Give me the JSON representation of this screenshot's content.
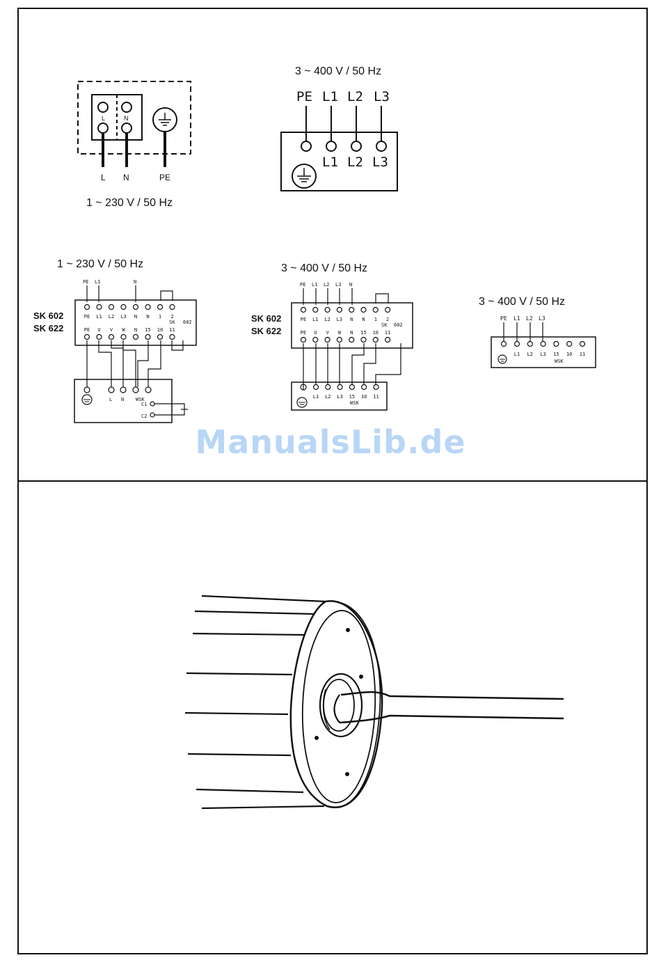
{
  "watermark": "ManualsLib.de",
  "d1": {
    "caption": "1 ~ 230 V / 50 Hz",
    "terms": [
      "L",
      "N",
      "PE"
    ],
    "inner_l": "L",
    "inner_n": "N"
  },
  "d2": {
    "caption": "3 ~ 400 V / 50 Hz",
    "top": [
      "PE",
      "L1",
      "L2",
      "L3"
    ],
    "inner": [
      "L1",
      "L2",
      "L3"
    ]
  },
  "d3": {
    "caption": "1 ~ 230 V / 50 Hz",
    "model_a": "SK 602",
    "model_b": "SK 622",
    "top": [
      "PE",
      "L1",
      "N"
    ],
    "row1": [
      "PE",
      "L1",
      "L2",
      "L3",
      "N",
      "N",
      "1",
      "2"
    ],
    "sk": "SK",
    "sk602": "602",
    "row2": [
      "PE",
      "U",
      "V",
      "W",
      "N",
      "15",
      "10",
      "11"
    ],
    "bottom": [
      "L",
      "N",
      "WSK"
    ],
    "c1": "C1",
    "c2": "C2"
  },
  "d4": {
    "caption": "3 ~ 400 V / 50 Hz",
    "model_a": "SK 602",
    "model_b": "SK 622",
    "top": [
      "PE",
      "L1",
      "L2",
      "L3",
      "N"
    ],
    "row1": [
      "PE",
      "L1",
      "L2",
      "L3",
      "N",
      "N",
      "1",
      "2"
    ],
    "sk": "SK",
    "sk602": "602",
    "row2": [
      "PE",
      "U",
      "V",
      "W",
      "N",
      "15",
      "10",
      "11"
    ],
    "bottom": [
      "L1",
      "L2",
      "L3",
      "15",
      "10",
      "11"
    ],
    "wsk": "WSK"
  },
  "d5": {
    "caption": "3 ~ 400 V / 50 Hz",
    "top": [
      "PE",
      "L1",
      "L2",
      "L3"
    ],
    "bottom": [
      "L1",
      "L2",
      "L3",
      "15",
      "10",
      "11"
    ],
    "wsk": "WSK"
  }
}
